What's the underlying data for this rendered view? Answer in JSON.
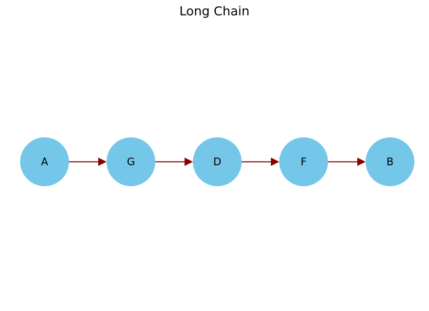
{
  "title": "Long Chain",
  "colors": {
    "node_fill": "#74c7e8",
    "edge": "#8b0000",
    "background": "#ffffff",
    "text": "#000000"
  },
  "nodes": [
    {
      "id": "A",
      "label": "A"
    },
    {
      "id": "G",
      "label": "G"
    },
    {
      "id": "D",
      "label": "D"
    },
    {
      "id": "F",
      "label": "F"
    },
    {
      "id": "B",
      "label": "B"
    }
  ],
  "edges": [
    {
      "from": "A",
      "to": "G"
    },
    {
      "from": "G",
      "to": "D"
    },
    {
      "from": "D",
      "to": "F"
    },
    {
      "from": "F",
      "to": "B"
    }
  ]
}
